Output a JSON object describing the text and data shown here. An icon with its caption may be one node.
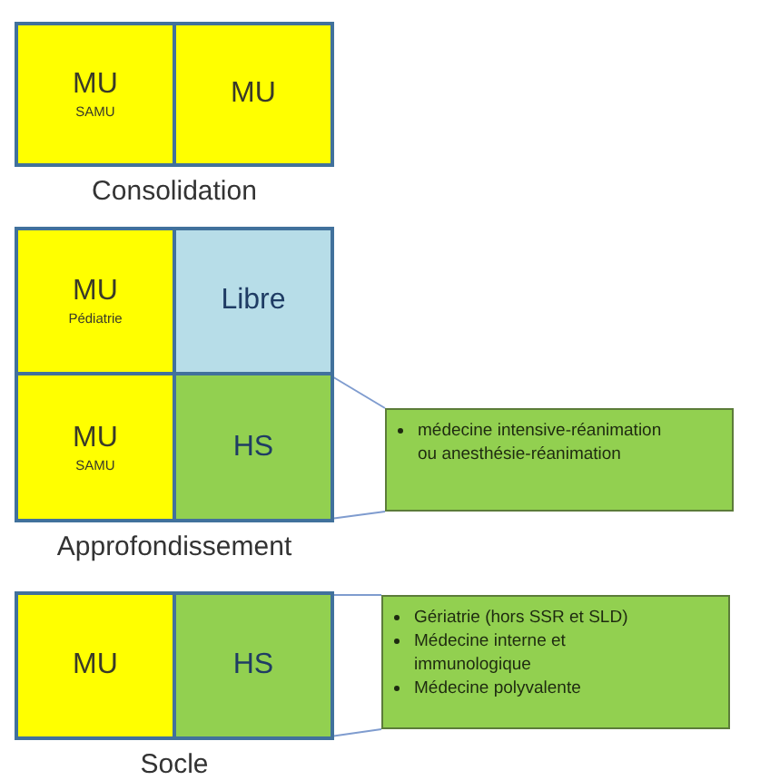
{
  "diagram": {
    "nodes": [
      {
        "text": [
          "Consolidation"
        ]
      },
      {
        "text": [
          "MU",
          "SAMU"
        ],
        "in": 0
      },
      {
        "text": [
          "MU"
        ],
        "in": 0
      },
      {
        "text": [
          "Approfondissement"
        ]
      },
      {
        "text": [
          "MU",
          "Pédiatrie"
        ],
        "in": 3
      },
      {
        "text": [
          "Libre"
        ],
        "in": 3
      },
      {
        "text": [
          "MU",
          "SAMU"
        ],
        "in": 3
      },
      {
        "text": [
          "HS"
        ],
        "in": 3
      },
      {
        "text": [
          "médecine intensive-réanimation ou anesthésie-réanimation"
        ]
      },
      {
        "text": [
          "Socle"
        ]
      },
      {
        "text": [
          "MU"
        ],
        "in": 9
      },
      {
        "text": [
          "HS"
        ],
        "in": 9
      },
      {
        "text": [
          "Gériatrie (hors SSR et SLD)",
          "Médecine interne et immunologique",
          "Médecine polyvalente"
        ]
      }
    ],
    "edges": [
      {
        "from": 7,
        "to": 8,
        "arrow": "none"
      },
      {
        "from": 7,
        "to": 8,
        "arrow": "none"
      },
      {
        "from": 11,
        "to": 12,
        "arrow": "none"
      },
      {
        "from": 11,
        "to": 12,
        "arrow": "none"
      }
    ]
  }
}
